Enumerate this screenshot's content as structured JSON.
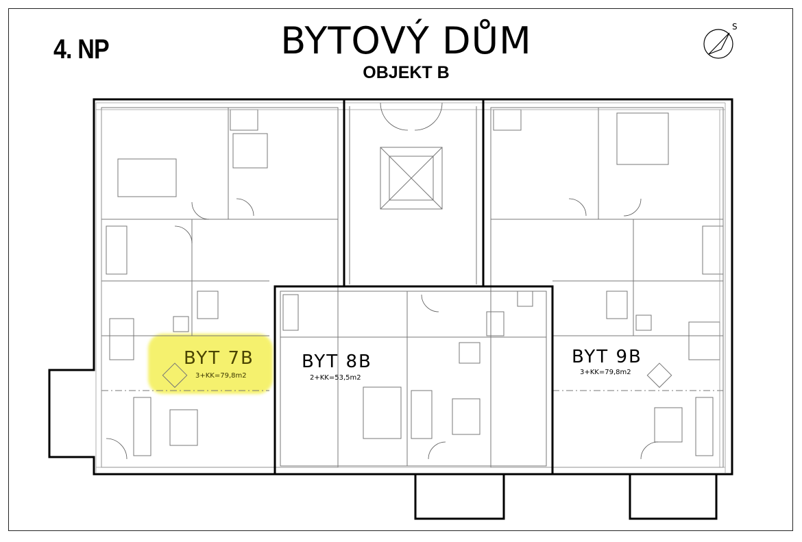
{
  "floor": "4. NP",
  "title": "BYTOVÝ DŮM",
  "subtitle": "OBJEKT B",
  "compass": {
    "letter": "S"
  },
  "apartments": [
    {
      "name": "BYT  7B",
      "area": "3+KK=79,8m2",
      "highlighted": true
    },
    {
      "name": "BYT  8B",
      "area": "2+KK=53,5m2",
      "highlighted": false
    },
    {
      "name": "BYT  9B",
      "area": "3+KK=79,8m2",
      "highlighted": false
    }
  ],
  "colors": {
    "highlight": "#f3ee4a",
    "lines": "#000000",
    "thin_lines": "#777777"
  }
}
